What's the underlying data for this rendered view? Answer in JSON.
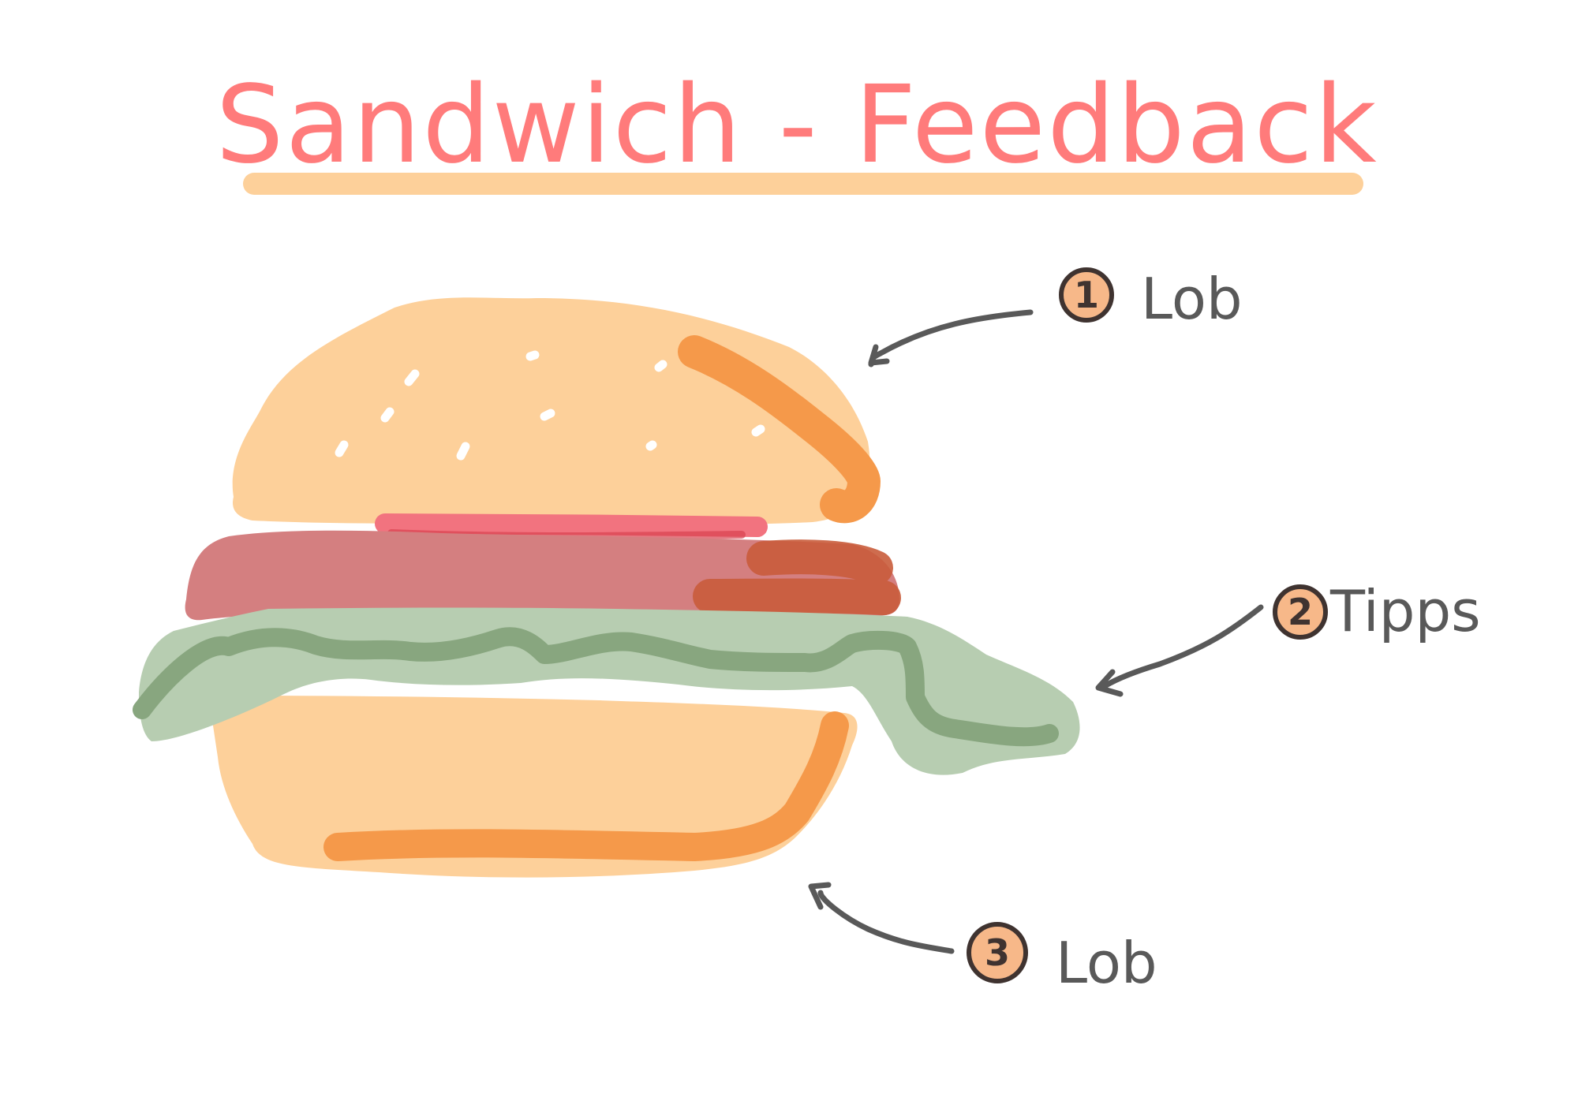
{
  "title": "Sandwich - Feedback",
  "steps": [
    {
      "number": "1",
      "label": "Lob"
    },
    {
      "number": "2",
      "label": "Tipps"
    },
    {
      "number": "3",
      "label": "Lob"
    }
  ],
  "colors": {
    "title": "#ff7b7b",
    "underline": "#fdd09a",
    "bun": "#fdd09a",
    "bun_shadow": "#f5994a",
    "sesame": "#ffffff",
    "meat": "#d47f80",
    "meat_shadow": "#c95c3b",
    "tomato": "#f2737f",
    "tomato_dark": "#d9424f",
    "lettuce": "#b7cdb1",
    "lettuce_dark": "#88a67f",
    "badge_fill": "#f7b889",
    "ink": "#595959",
    "badge_ink": "#3f3330"
  }
}
